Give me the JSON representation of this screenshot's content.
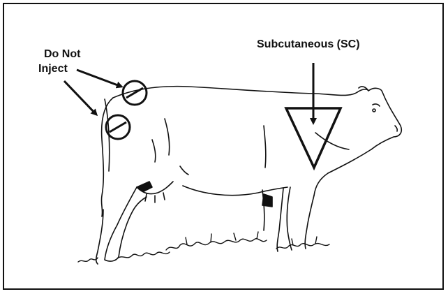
{
  "annotations": {
    "do_not_inject_line1": "Do Not",
    "do_not_inject_line2": "Inject",
    "subcutaneous": "Subcutaneous (SC)"
  },
  "colors": {
    "ink": "#111111",
    "background": "#ffffff"
  },
  "markers": {
    "prohibited_sites": 2,
    "recommended_site_shape": "triangle"
  }
}
